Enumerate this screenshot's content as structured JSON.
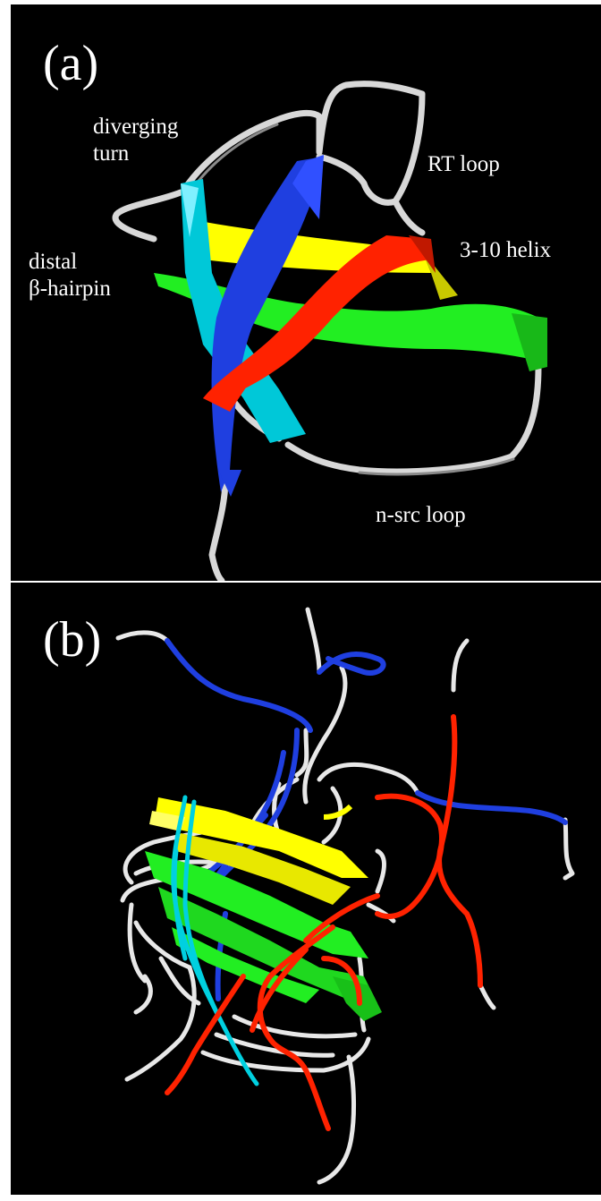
{
  "figure": {
    "panel_a": {
      "letter": "(a)",
      "labels": {
        "diverging_turn_line1": "diverging",
        "diverging_turn_line2": "turn",
        "rt_loop": "RT loop",
        "helix_3_10": "3-10 helix",
        "distal_line1": "distal",
        "distal_line2": "β-hairpin",
        "n_src_loop": "n-src loop"
      }
    },
    "panel_b": {
      "letter": "(b)"
    },
    "colors": {
      "background": "#000000",
      "coil": "#e8e8e8",
      "strand_blue": "#1f3fe0",
      "strand_red": "#ff2200",
      "strand_yellow": "#ffff00",
      "strand_green": "#22ee22",
      "strand_cyan": "#00d8e8"
    }
  }
}
